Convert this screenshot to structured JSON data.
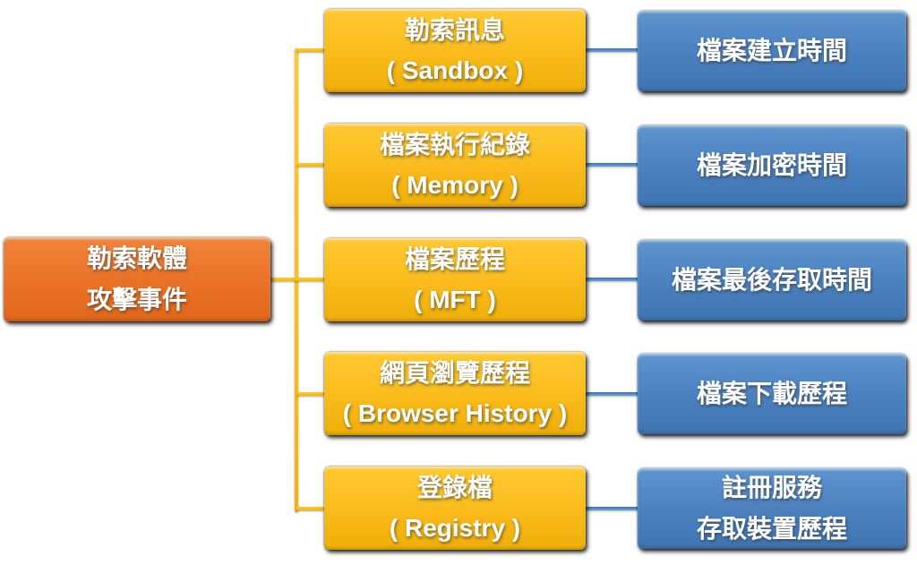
{
  "diagram": {
    "title_hint": "Ransomware incident forensic artifact mapping",
    "root": {
      "line1": "勒索軟體",
      "line2": "攻擊事件"
    },
    "rows": [
      {
        "source": {
          "line1": "勒索訊息",
          "line2": "( Sandbox )"
        },
        "artifact": {
          "line1": "檔案建立時間",
          "line2": ""
        }
      },
      {
        "source": {
          "line1": "檔案執行紀錄",
          "line2": "( Memory )"
        },
        "artifact": {
          "line1": "檔案加密時間",
          "line2": ""
        }
      },
      {
        "source": {
          "line1": "檔案歷程",
          "line2": "( MFT )"
        },
        "artifact": {
          "line1": "檔案最後存取時間",
          "line2": ""
        }
      },
      {
        "source": {
          "line1": "網頁瀏覽歷程",
          "line2": "( Browser History )"
        },
        "artifact": {
          "line1": "檔案下載歷程",
          "line2": ""
        }
      },
      {
        "source": {
          "line1": "登錄檔",
          "line2": "( Registry )"
        },
        "artifact": {
          "line1": "註冊服務",
          "line2": "存取裝置歷程"
        }
      }
    ],
    "colors": {
      "root_orange": "#EA7227",
      "source_gold": "#FBBD1E",
      "artifact_blue": "#4A80BE",
      "connector_gold": "#FFC000",
      "connector_blue": "#5B8FC7",
      "text": "#FFFFFF",
      "background": "#FFFFFF"
    }
  }
}
